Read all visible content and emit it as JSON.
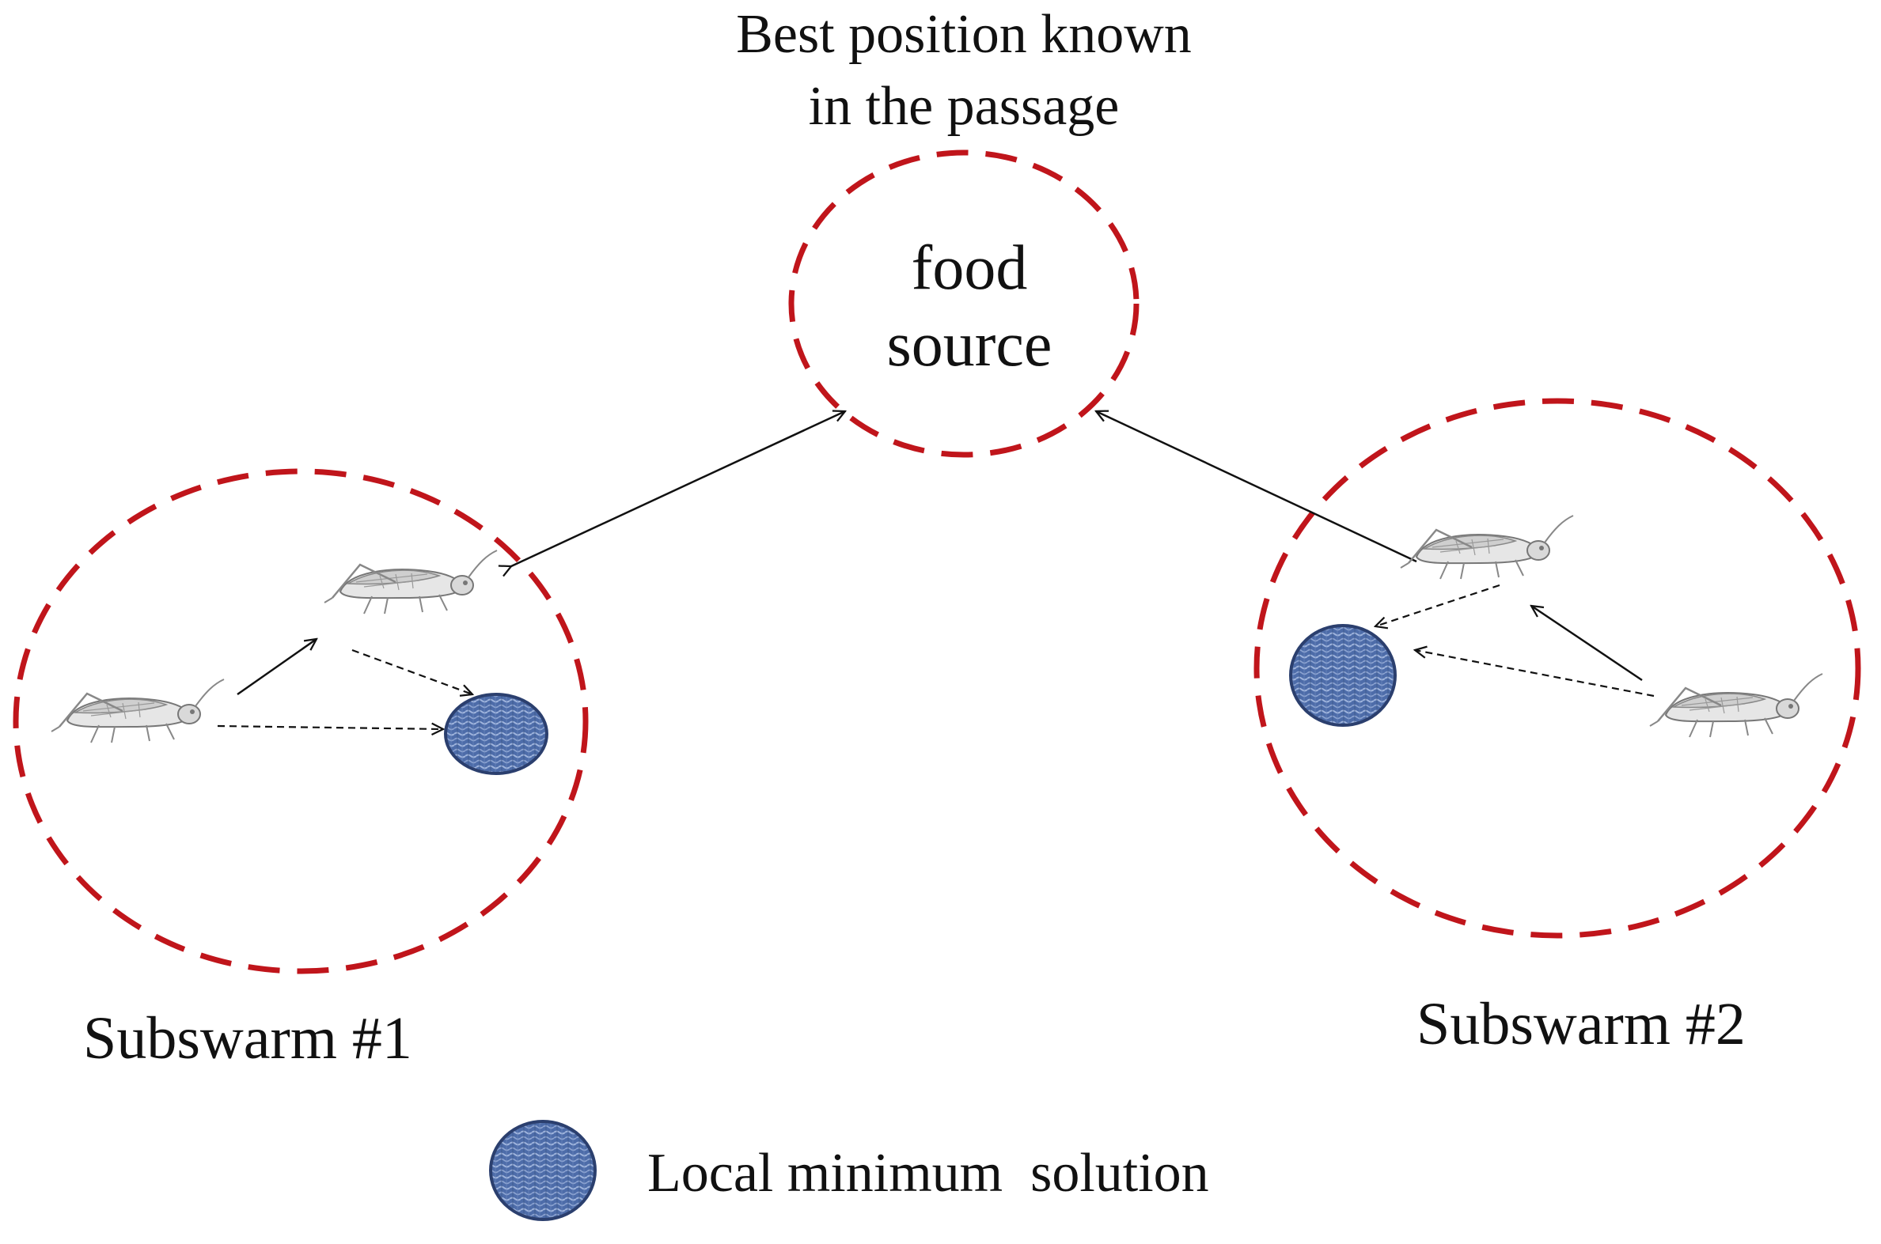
{
  "title": {
    "line1": "Best position known",
    "line2": "in the passage"
  },
  "food_source": {
    "line1": "food",
    "line2": "source"
  },
  "subswarms": [
    {
      "label": "Subswarm #1"
    },
    {
      "label": "Subswarm #2"
    }
  ],
  "legend": {
    "label": "Local minimum  solution",
    "icon": "local-minimum-blob-icon"
  },
  "icons": {
    "agent": "grasshopper-icon",
    "minimum": "local-minimum-blob-icon"
  },
  "colors": {
    "circle_dash": "#c0151b",
    "minimum_fill": "#4a6aa8",
    "minimum_stroke": "#2b3f6e",
    "arrow": "#111111"
  }
}
